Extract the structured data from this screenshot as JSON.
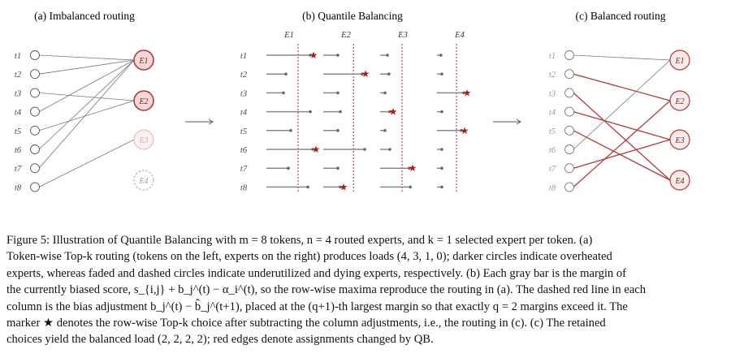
{
  "figure": {
    "panel_a_title": "(a) Imbalanced routing",
    "panel_b_title": "(b) Quantile Balancing",
    "panel_c_title": "(c) Balanced routing",
    "tokens": [
      "t1",
      "t2",
      "t3",
      "t4",
      "t5",
      "t6",
      "t7",
      "t8"
    ],
    "experts": [
      "E1",
      "E2",
      "E3",
      "E4"
    ],
    "colors": {
      "red": "#b03a3a",
      "hot_fill": "#f6d6d6",
      "gray": "#888888",
      "light": "#cccccc",
      "star": "#b01818"
    },
    "routing_a": [
      0,
      0,
      1,
      0,
      1,
      0,
      0,
      2
    ],
    "routing_c": [
      0,
      1,
      3,
      2,
      3,
      0,
      2,
      1
    ],
    "expert_state_a": [
      "hot",
      "hot",
      "faded",
      "dying"
    ],
    "margins": [
      [
        0.9,
        0.3,
        0.15,
        0.08
      ],
      [
        0.4,
        0.8,
        0.18,
        0.1
      ],
      [
        0.35,
        0.3,
        0.1,
        0.55
      ],
      [
        0.9,
        0.35,
        0.2,
        0.1
      ],
      [
        0.5,
        0.3,
        0.1,
        0.5
      ],
      [
        0.95,
        0.85,
        0.2,
        0.1
      ],
      [
        0.45,
        0.3,
        0.6,
        0.1
      ],
      [
        0.85,
        0.35,
        0.62,
        0.1
      ]
    ],
    "thresholds": [
      0.65,
      0.62,
      0.45,
      0.4
    ]
  },
  "caption": {
    "lines": [
      "Figure 5: Illustration of Quantile Balancing with m = 8 tokens, n = 4 routed experts, and k = 1 selected expert per token. (a)",
      "Token-wise Top-k routing (tokens on the left, experts on the right) produces loads (4, 3, 1, 0); darker circles indicate overheated",
      "experts, whereas faded and dashed circles indicate underutilized and dying experts, respectively. (b) Each gray bar is the margin of",
      "the currently biased score, s_{i,j} + b_j^(t) − α_i^(t), so the row-wise maxima reproduce the routing in (a). The dashed red line in each",
      "column is the bias adjustment b_j^(t) − b̂_j^(t+1), placed at the (q+1)-th largest margin so that exactly q = 2 margins exceed it. The",
      "marker ★ denotes the row-wise Top-k choice after subtracting the column adjustments, i.e., the routing in (c). (c) The retained",
      "choices yield the balanced load (2, 2, 2, 2); red edges denote assignments changed by QB."
    ]
  }
}
